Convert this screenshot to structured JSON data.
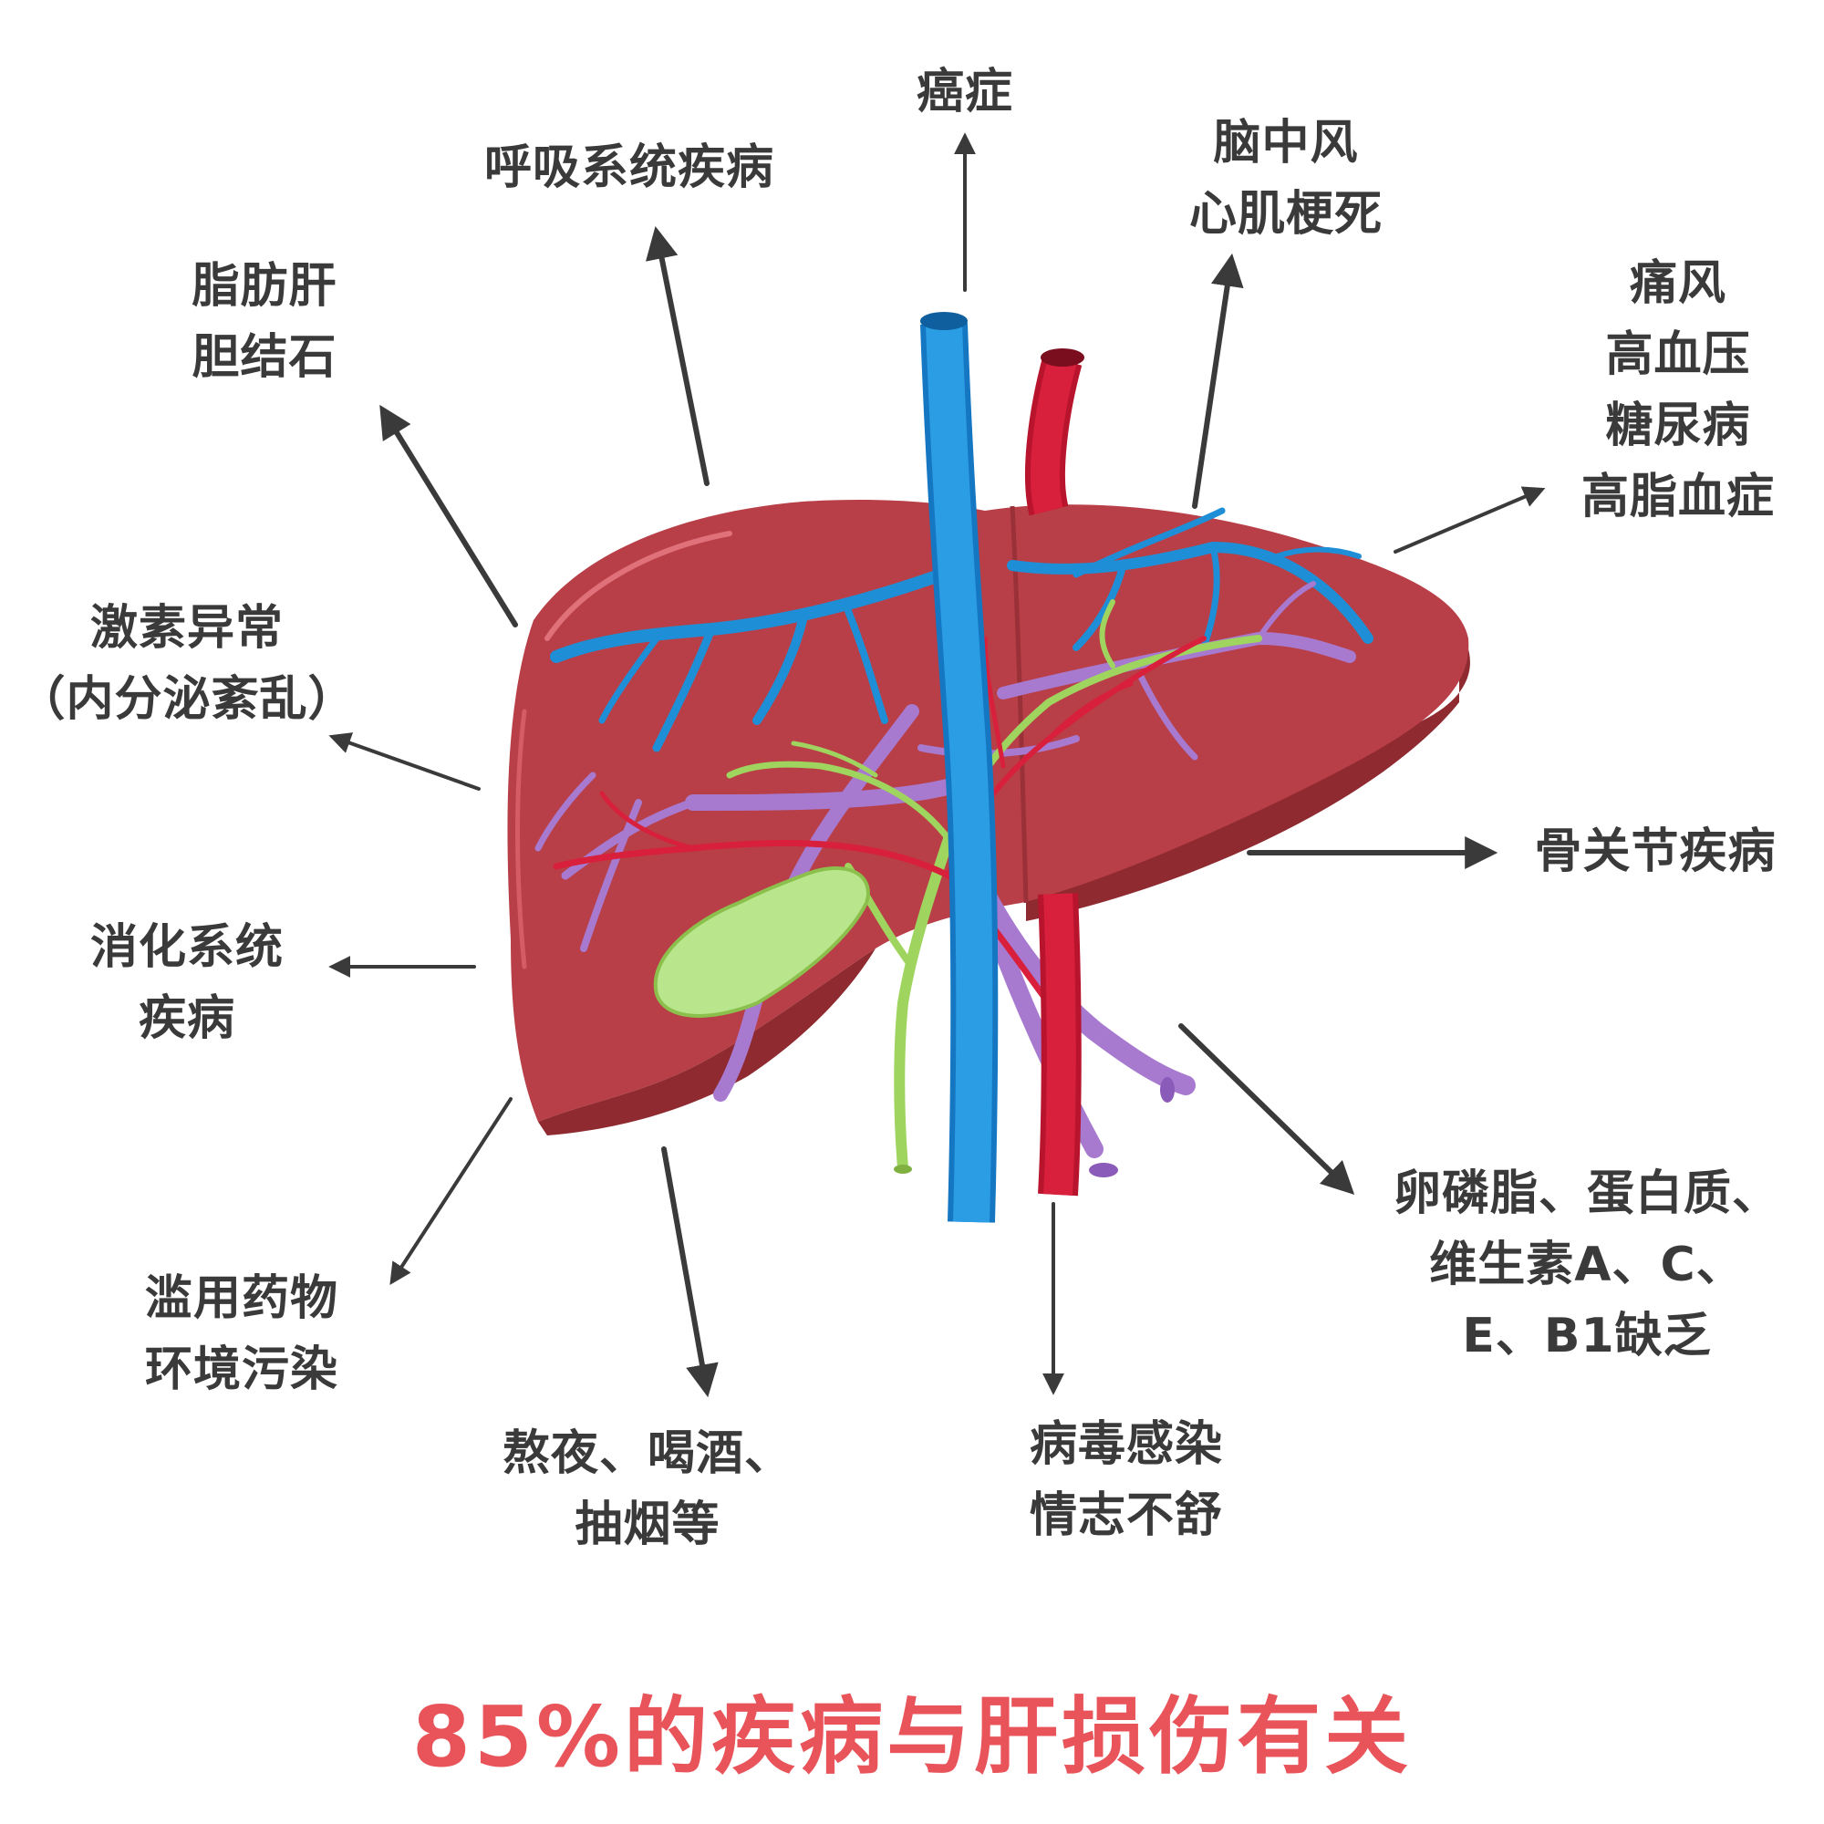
{
  "labels": {
    "cancer": [
      "癌症"
    ],
    "respiratory": [
      "呼吸系统疾病"
    ],
    "stroke": [
      "脑中风",
      "心肌梗死"
    ],
    "fatty_liver": [
      "脂肪肝",
      "胆结石"
    ],
    "metabolic": [
      "痛风",
      "高血压",
      "糖尿病",
      "高脂血症"
    ],
    "hormone": [
      "激素异常",
      "（内分泌紊乱）"
    ],
    "bone": [
      "骨关节疾病"
    ],
    "digestive": [
      "消化系统",
      "疾病"
    ],
    "deficiency": [
      "卵磷脂、蛋白质、",
      "维生素A、C、",
      "E、B1缺乏"
    ],
    "drugs": [
      "滥用药物",
      "环境污染"
    ],
    "lifestyle": [
      "熬夜、喝酒、",
      "抽烟等"
    ],
    "virus": [
      "病毒感染",
      "情志不舒"
    ]
  },
  "footer": "85%的疾病与肝损伤有关",
  "colors": {
    "liver": "#b83f47",
    "liver_dark": "#8e2a30",
    "vein_blue": "#1e8fd6",
    "artery_red": "#d81f3c",
    "portal_purple": "#a77ad0",
    "bile_green": "#9fd45f",
    "arrow": "#3a3a3a",
    "footer": "#e8545a"
  }
}
